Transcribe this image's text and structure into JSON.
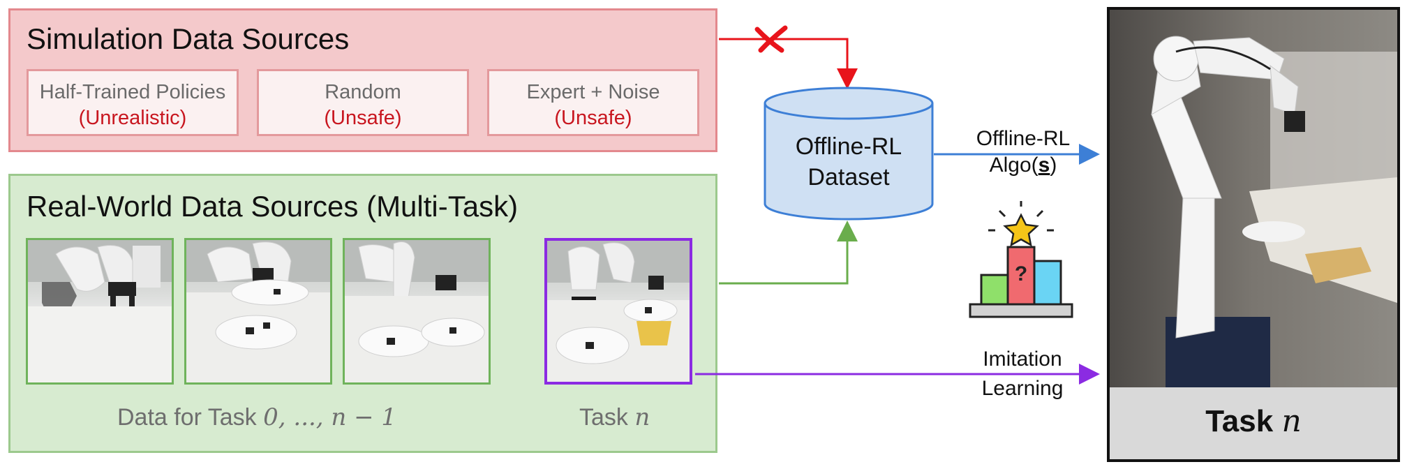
{
  "simulation": {
    "title": "Simulation Data Sources",
    "boxes": [
      {
        "label": "Half-Trained Policies",
        "issue": "(Unrealistic)"
      },
      {
        "label": "Random",
        "issue": "(Unsafe)"
      },
      {
        "label": "Expert + Noise",
        "issue": "(Unsafe)"
      }
    ]
  },
  "real_world": {
    "title": "Real-World Data Sources (Multi-Task)",
    "data_caption_text": "Data for Task",
    "data_caption_math": "0, ..., n − 1",
    "task_caption_text": "Task",
    "task_caption_math": "n"
  },
  "dataset": {
    "line1": "Offline-RL",
    "line2": "Dataset"
  },
  "arrows": {
    "offline_line1": "Offline-RL",
    "offline_line2_prefix": "Algo(",
    "offline_line2_bold": "s",
    "offline_line2_suffix": ")",
    "imitation_line1": "Imitation",
    "imitation_line2": "Learning"
  },
  "robot": {
    "caption_text": "Task",
    "caption_math": "n"
  },
  "colors": {
    "sim_fill": "#f4c9cb",
    "sim_border": "#e3888d",
    "real_fill": "#d7ebd0",
    "real_border": "#9cc98d",
    "red_arrow": "#e8141b",
    "green_arrow": "#6aad4c",
    "blue_arrow": "#3d7fd6",
    "purple_arrow": "#8b2be2",
    "cylinder_fill": "#cfe0f3",
    "cylinder_stroke": "#3d7fd6"
  },
  "icons": [
    "cross-icon",
    "leaderboard-icon",
    "star-icon"
  ]
}
